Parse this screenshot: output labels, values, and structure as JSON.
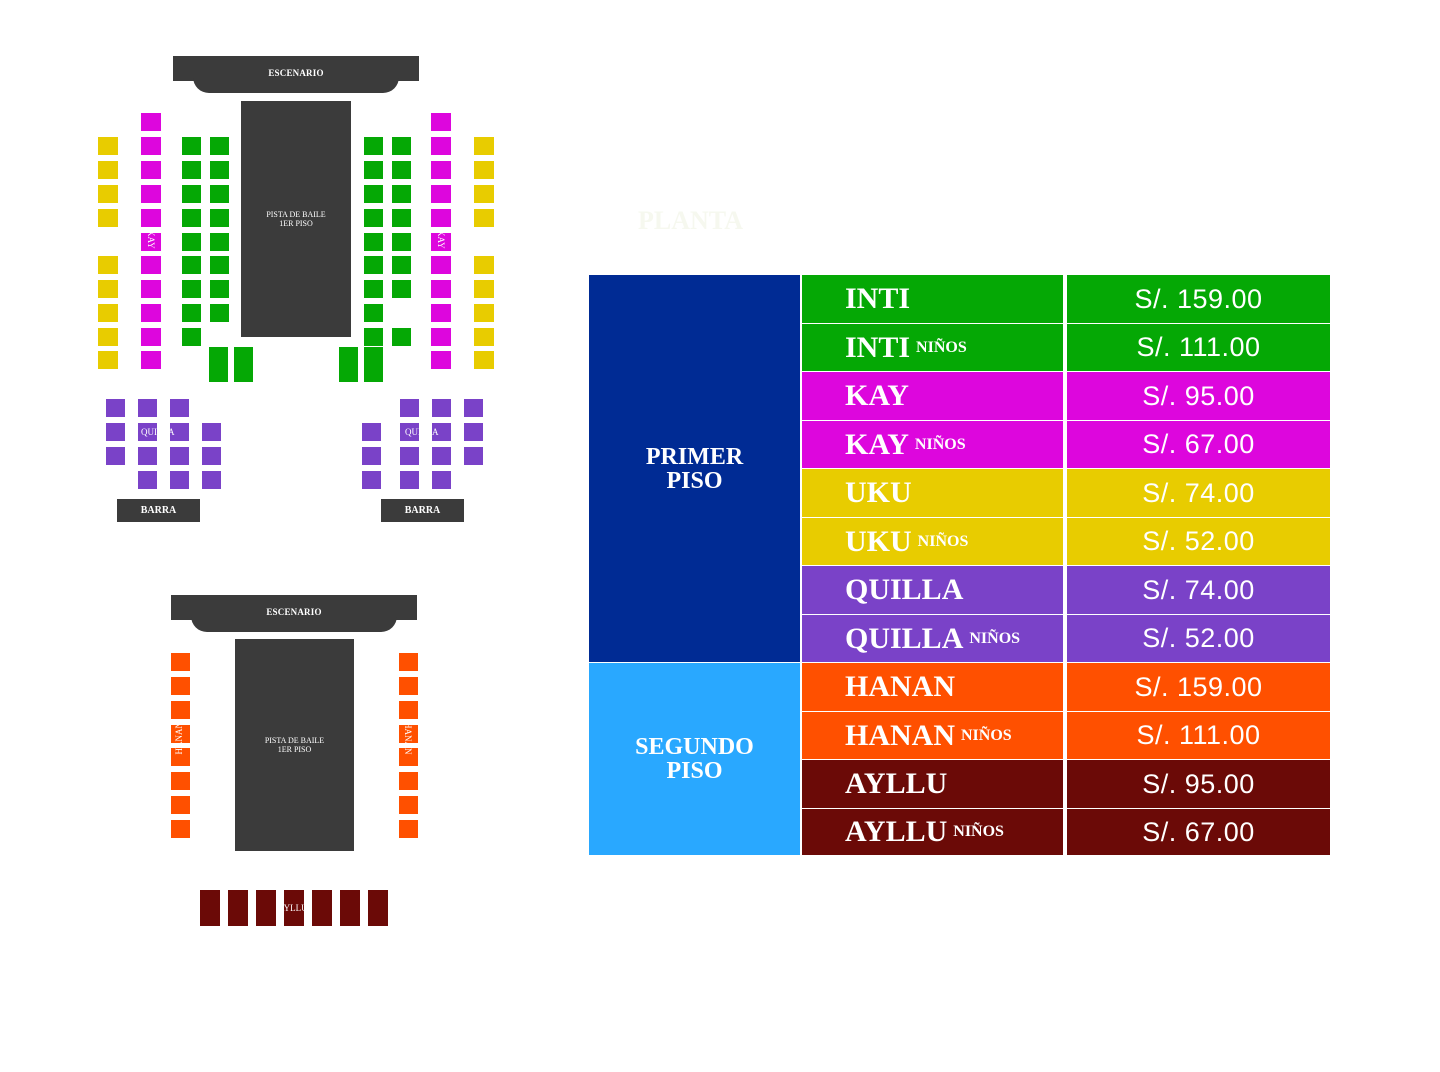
{
  "colors": {
    "inti": "#05a805",
    "kay": "#dd06dd",
    "uku": "#e8cc00",
    "quilla": "#7a42c8",
    "hanan": "#ff5000",
    "ayllu": "#6b0a07",
    "primer_piso": "#002b94",
    "segundo_piso": "#29a8ff",
    "dark": "#3b3b3b"
  },
  "map_first_floor": {
    "stage": "ESCENARIO",
    "dance_floor_line1": "PISTA DE BAILE",
    "dance_floor_line2": "1ER PISO",
    "kay_left": "KAY",
    "kay_right": "KAY",
    "quilla_left": "QUILLA",
    "quilla_right": "QUILLA",
    "bar_left": "BARRA",
    "bar_right": "BARRA"
  },
  "map_second_floor": {
    "stage": "ESCENARIO",
    "dance_floor_line1": "PISTA DE BAILE",
    "dance_floor_line2": "1ER PISO",
    "hanan_left": "HANAN",
    "hanan_right": "HANAN",
    "ayllu": "AYLLU"
  },
  "planta_label": "PLANTA",
  "price_table": {
    "floors": [
      {
        "line1": "PRIMER",
        "line2": "PISO"
      },
      {
        "line1": "SEGUNDO",
        "line2": "PISO"
      }
    ],
    "rows": [
      {
        "zone": "INTI",
        "kids": "",
        "price": "S/. 159.00",
        "color": "inti"
      },
      {
        "zone": "INTI",
        "kids": "NIÑOS",
        "price": "S/. 111.00",
        "color": "inti"
      },
      {
        "zone": "KAY",
        "kids": "",
        "price": "S/. 95.00",
        "color": "kay"
      },
      {
        "zone": "KAY",
        "kids": "NIÑOS",
        "price": "S/. 67.00",
        "color": "kay"
      },
      {
        "zone": "UKU",
        "kids": "",
        "price": "S/. 74.00",
        "color": "uku"
      },
      {
        "zone": "UKU",
        "kids": "NIÑOS",
        "price": "S/. 52.00",
        "color": "uku"
      },
      {
        "zone": "QUILLA",
        "kids": "",
        "price": "S/. 74.00",
        "color": "quilla"
      },
      {
        "zone": "QUILLA",
        "kids": "NIÑOS",
        "price": "S/. 52.00",
        "color": "quilla"
      },
      {
        "zone": "HANAN",
        "kids": "",
        "price": "S/. 159.00",
        "color": "hanan"
      },
      {
        "zone": "HANAN",
        "kids": "NIÑOS",
        "price": "S/. 111.00",
        "color": "hanan"
      },
      {
        "zone": "AYLLU",
        "kids": "",
        "price": "S/. 95.00",
        "color": "ayllu"
      },
      {
        "zone": "AYLLU",
        "kids": "NIÑOS",
        "price": "S/. 67.00",
        "color": "ayllu"
      }
    ]
  }
}
